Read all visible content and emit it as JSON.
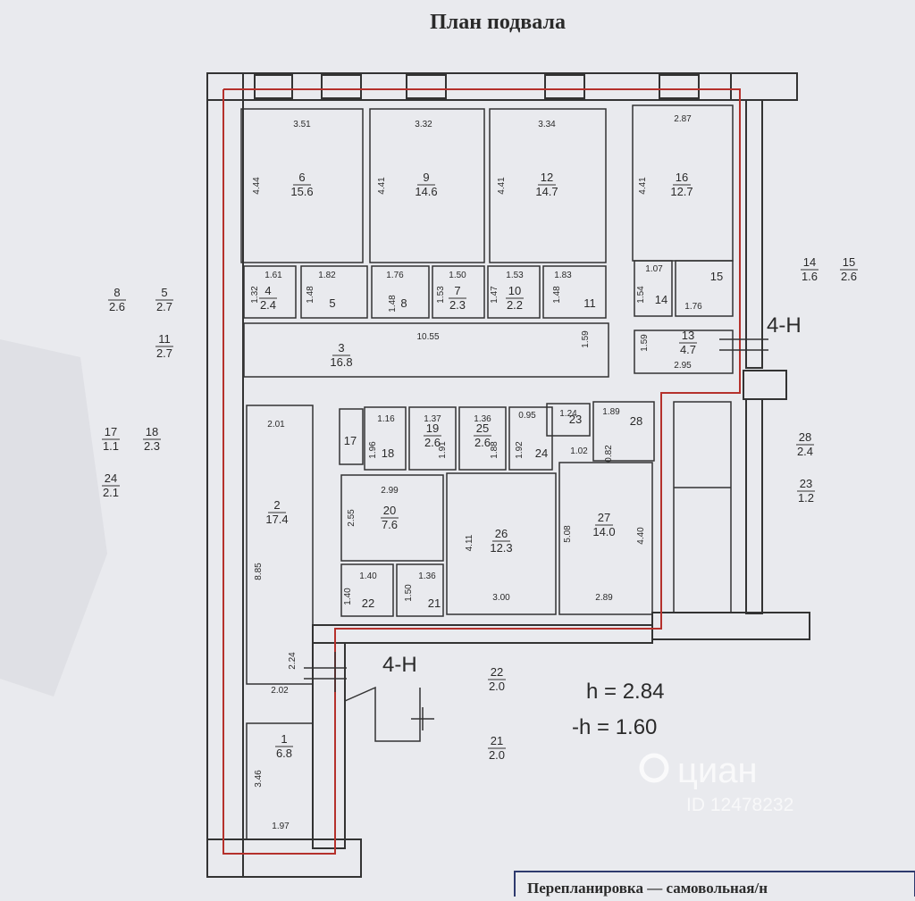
{
  "title": "План подвала",
  "rooms": [
    {
      "id": "6",
      "area": "15.6"
    },
    {
      "id": "9",
      "area": "14.6"
    },
    {
      "id": "12",
      "area": "14.7"
    },
    {
      "id": "16",
      "area": "12.7"
    },
    {
      "id": "4",
      "area": "2.4"
    },
    {
      "id": "5",
      "area": ""
    },
    {
      "id": "8",
      "area": ""
    },
    {
      "id": "7",
      "area": "2.3"
    },
    {
      "id": "10",
      "area": "2.2"
    },
    {
      "id": "11",
      "area": ""
    },
    {
      "id": "14",
      "area": ""
    },
    {
      "id": "15",
      "area": ""
    },
    {
      "id": "3",
      "area": "16.8"
    },
    {
      "id": "13",
      "area": "4.7"
    },
    {
      "id": "2",
      "area": "17.4"
    },
    {
      "id": "17",
      "area": ""
    },
    {
      "id": "18",
      "area": ""
    },
    {
      "id": "19",
      "area": "2.6"
    },
    {
      "id": "25",
      "area": "2.6"
    },
    {
      "id": "24",
      "area": ""
    },
    {
      "id": "23",
      "area": ""
    },
    {
      "id": "28",
      "area": ""
    },
    {
      "id": "20",
      "area": "7.6"
    },
    {
      "id": "26",
      "area": "12.3"
    },
    {
      "id": "27",
      "area": "14.0"
    },
    {
      "id": "22",
      "area": ""
    },
    {
      "id": "21",
      "area": ""
    },
    {
      "id": "1",
      "area": "6.8"
    }
  ],
  "dimensions": [
    "3.51",
    "3.32",
    "3.34",
    "2.87",
    "4.44",
    "4.41",
    "4.41",
    "4.41",
    "1.61",
    "1.82",
    "1.76",
    "1.50",
    "1.53",
    "1.83",
    "1.07",
    "1.32",
    "1.48",
    "1.48",
    "1.53",
    "1.47",
    "1.48",
    "1.54",
    "1.76",
    "10.55",
    "1.59",
    "1.59",
    "2.95",
    "2.01",
    "1.16",
    "1.37",
    "1.36",
    "0.95",
    "1.24",
    "1.89",
    "1.96",
    "1.91",
    "1.88",
    "1.92",
    "1.02",
    "0.82",
    "2.99",
    "2.55",
    "4.11",
    "5.08",
    "4.40",
    "8.85",
    "1.40",
    "1.36",
    "1.40",
    "1.50",
    "3.00",
    "2.89",
    "2.24",
    "2.02",
    "3.46",
    "1.97"
  ],
  "legend": [
    {
      "num": "8",
      "area": "2.6"
    },
    {
      "num": "5",
      "area": "2.7"
    },
    {
      "num": "11",
      "area": "2.7"
    },
    {
      "num": "17",
      "area": "1.1"
    },
    {
      "num": "18",
      "area": "2.3"
    },
    {
      "num": "24",
      "area": "2.1"
    },
    {
      "num": "14",
      "area": "1.6"
    },
    {
      "num": "15",
      "area": "2.6"
    },
    {
      "num": "28",
      "area": "2.4"
    },
    {
      "num": "23",
      "area": "1.2"
    },
    {
      "num": "22",
      "area": "2.0"
    },
    {
      "num": "21",
      "area": "2.0"
    }
  ],
  "section_labels": [
    "4-H",
    "4-H"
  ],
  "height_label": "h  =  2.84",
  "depth_label": "-h  =  1.60",
  "watermark": {
    "brand": "циан",
    "id": "ID 12478232"
  },
  "footer_note": "Перепланировка — самовольная/н"
}
